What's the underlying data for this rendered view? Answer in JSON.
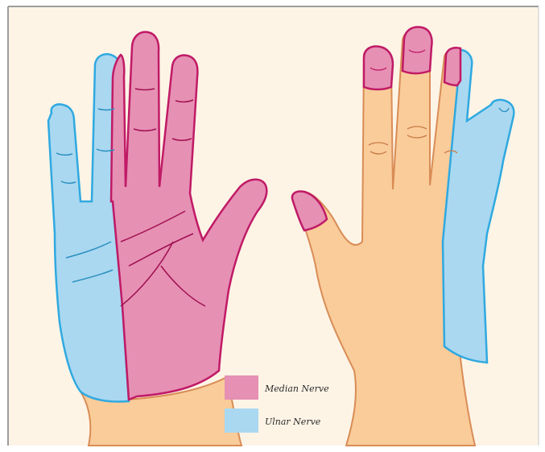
{
  "colors": {
    "background": "#fdf4e6",
    "skin": "#f9cc9a",
    "skin_outline": "#d98c55",
    "median": "#e690b4",
    "median_outline": "#c01a66",
    "ulnar": "#aad8f0",
    "ulnar_outline": "#2fa9e0",
    "border": "#9d9d9d"
  },
  "legend": [
    {
      "label": "Median Nerve",
      "color_key": "median"
    },
    {
      "label": "Ulnar Nerve",
      "color_key": "ulnar"
    }
  ]
}
